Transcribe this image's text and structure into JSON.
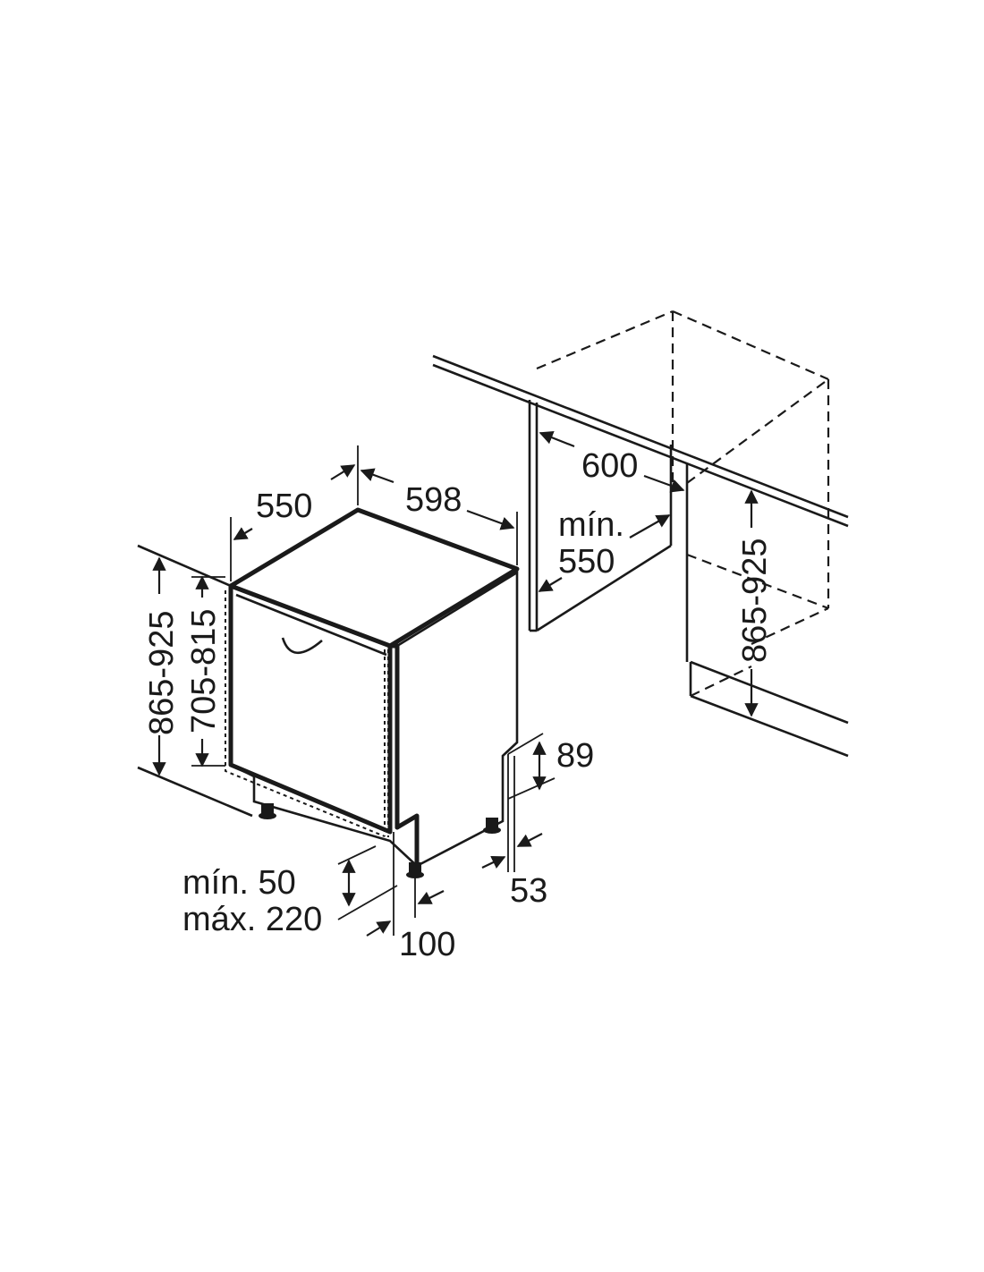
{
  "labels": {
    "depth_550": "550",
    "width_598": "598",
    "niche_width_600": "600",
    "niche_depth_min": "mín.",
    "niche_depth_550": "550",
    "niche_height": "865-925",
    "appliance_height": "865-925",
    "door_height": "705-815",
    "plinth_89": "89",
    "plinth_53": "53",
    "plinth_min": "mín. 50",
    "plinth_max": "máx. 220",
    "plinth_100": "100"
  },
  "colors": {
    "line": "#1a1a1a",
    "background": "#ffffff"
  }
}
